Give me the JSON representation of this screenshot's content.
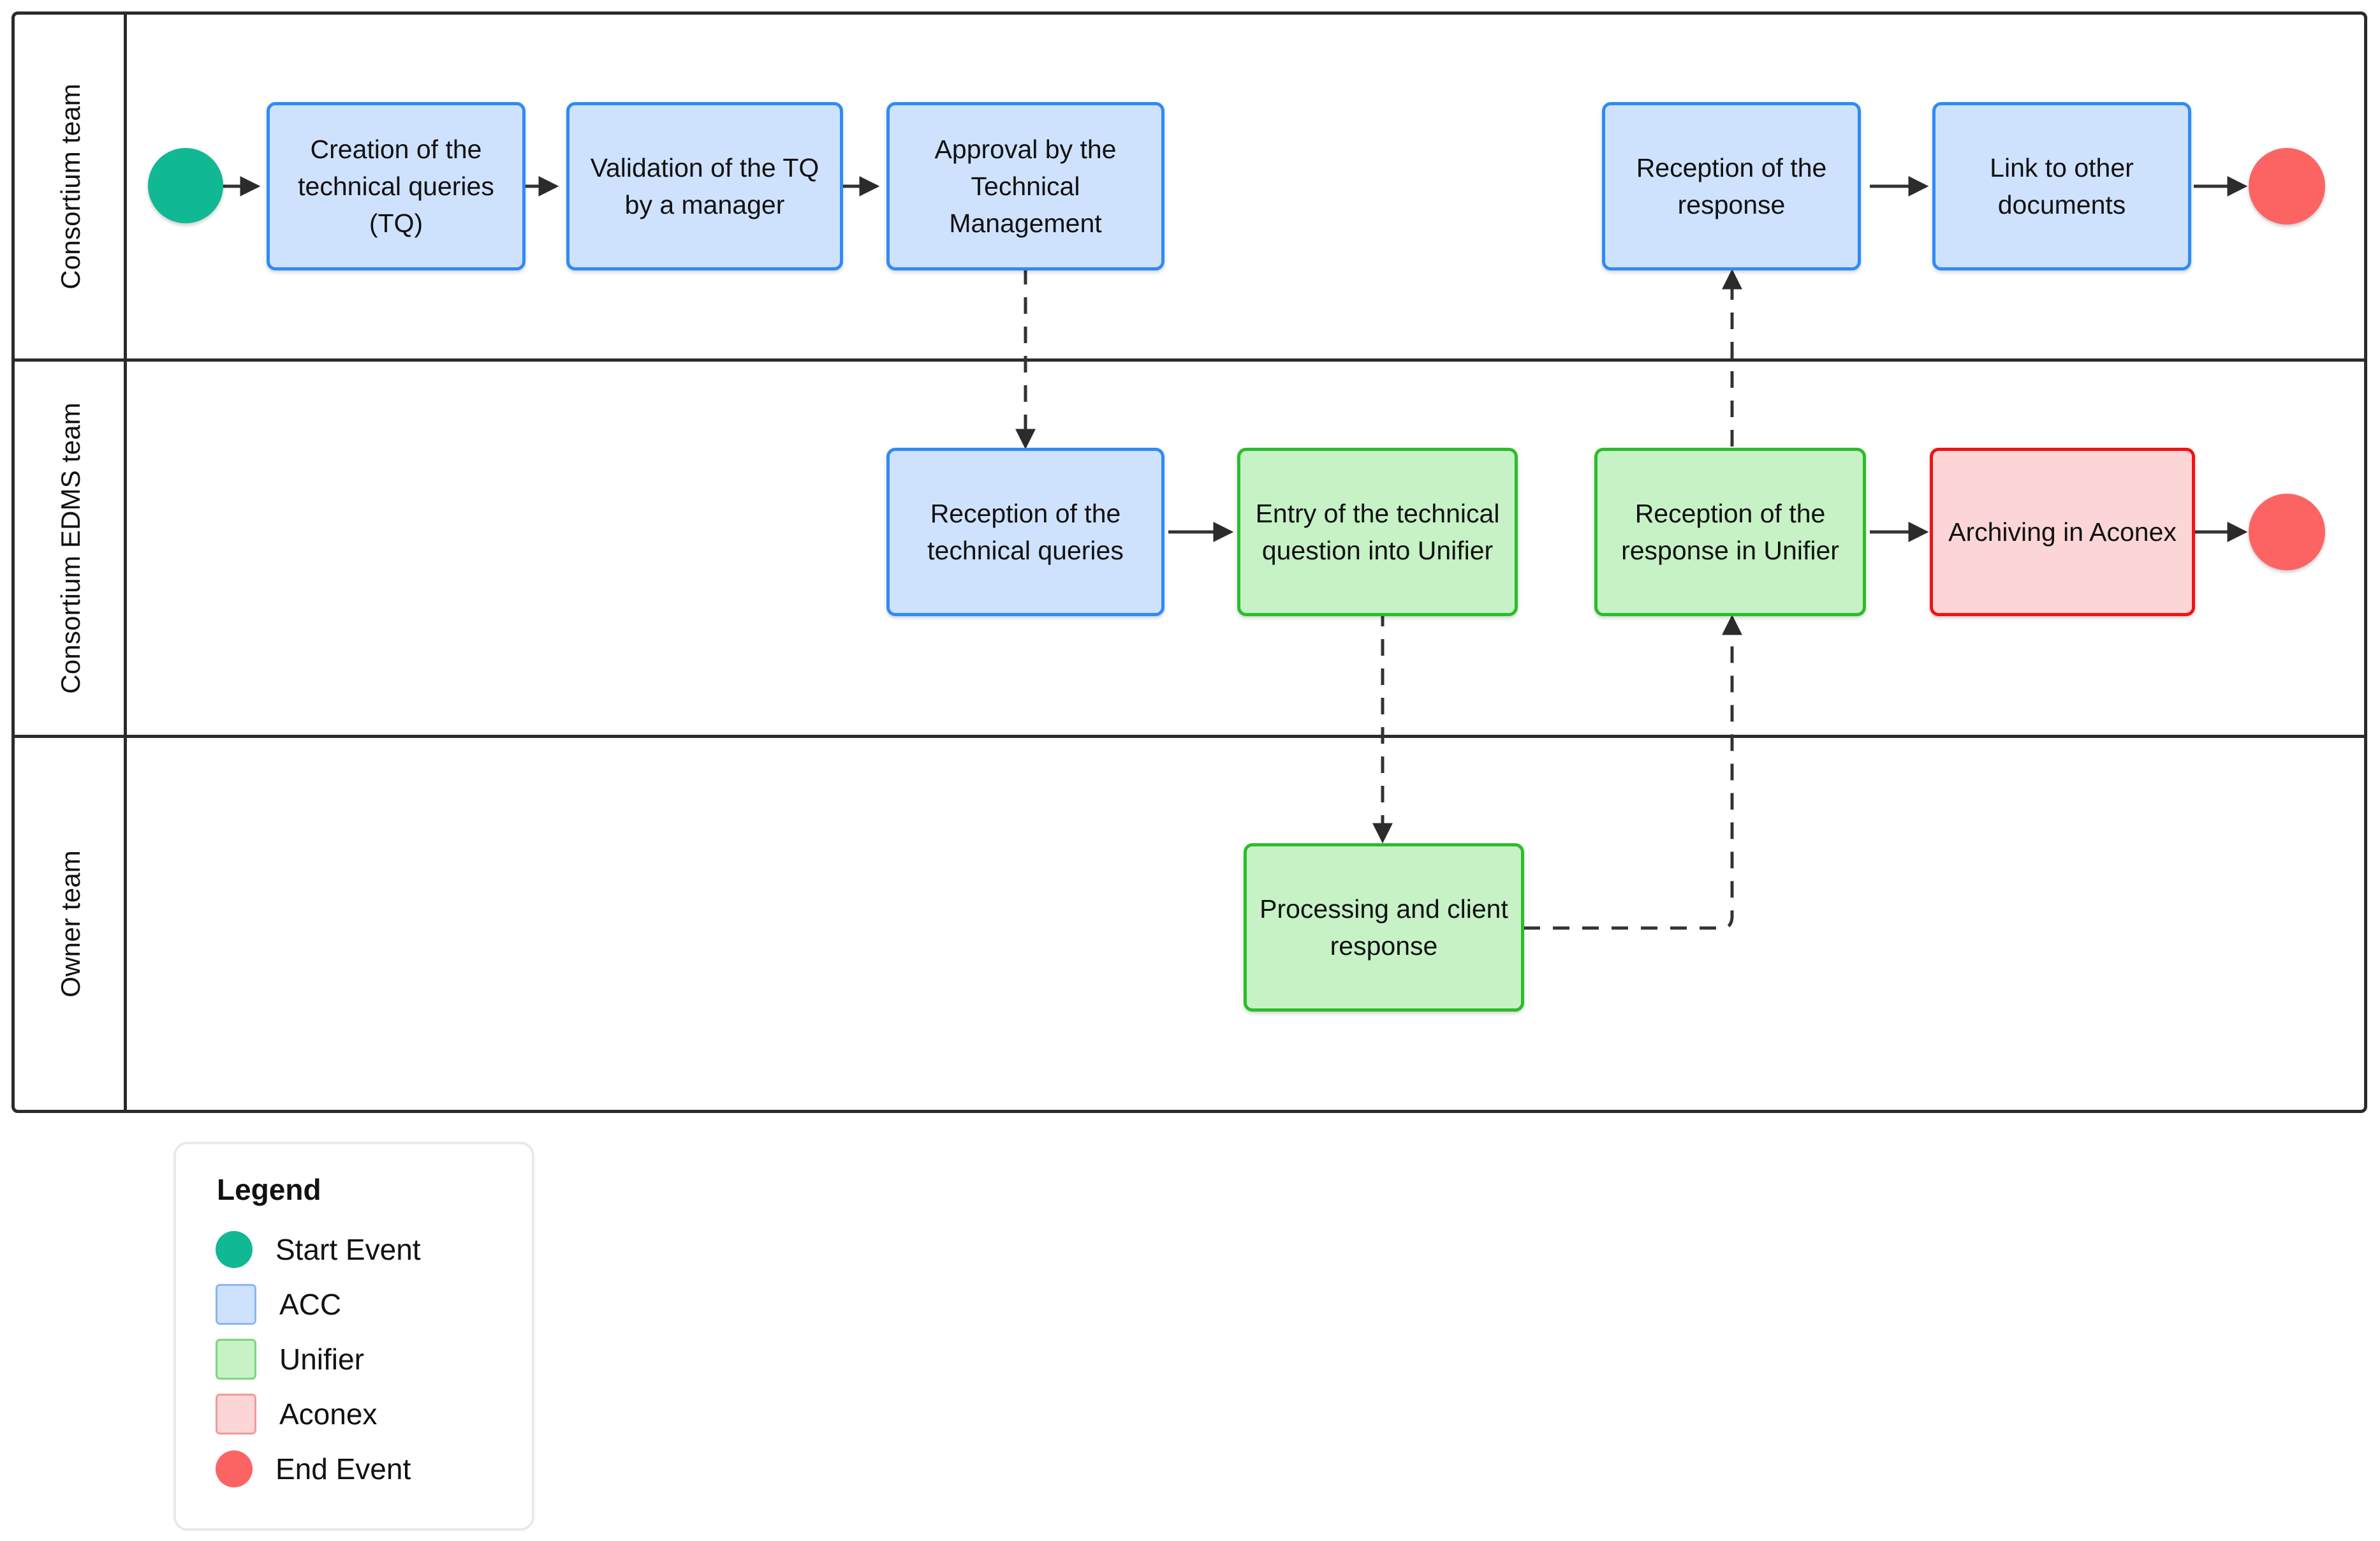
{
  "diagram": {
    "type": "bpmn-swimlane",
    "lanes": [
      {
        "id": "consortium-team",
        "label": "Consortium team"
      },
      {
        "id": "consortium-edms-team",
        "label": "Consortium EDMS team"
      },
      {
        "id": "owner-team",
        "label": "Owner team"
      }
    ],
    "nodes": [
      {
        "id": "start",
        "kind": "start-event",
        "lane": "consortium-team",
        "label": ""
      },
      {
        "id": "creation-tq",
        "kind": "task",
        "system": "ACC",
        "lane": "consortium-team",
        "label": "Creation of the technical queries (TQ)"
      },
      {
        "id": "validation-tq",
        "kind": "task",
        "system": "ACC",
        "lane": "consortium-team",
        "label": "Validation of the TQ by a manager"
      },
      {
        "id": "approval-tm",
        "kind": "task",
        "system": "ACC",
        "lane": "consortium-team",
        "label": "Approval by the Technical Management"
      },
      {
        "id": "reception-response",
        "kind": "task",
        "system": "ACC",
        "lane": "consortium-team",
        "label": "Reception of the response"
      },
      {
        "id": "link-other-docs",
        "kind": "task",
        "system": "ACC",
        "lane": "consortium-team",
        "label": "Link to other documents"
      },
      {
        "id": "end-1",
        "kind": "end-event",
        "lane": "consortium-team",
        "label": ""
      },
      {
        "id": "reception-tq",
        "kind": "task",
        "system": "ACC",
        "lane": "consortium-edms-team",
        "label": "Reception of the technical queries"
      },
      {
        "id": "entry-unifier",
        "kind": "task",
        "system": "Unifier",
        "lane": "consortium-edms-team",
        "label": "Entry of the technical question into Unifier"
      },
      {
        "id": "reception-response-unifier",
        "kind": "task",
        "system": "Unifier",
        "lane": "consortium-edms-team",
        "label": "Reception of the response in Unifier"
      },
      {
        "id": "archiving-aconex",
        "kind": "task",
        "system": "Aconex",
        "lane": "consortium-edms-team",
        "label": "Archiving in Aconex"
      },
      {
        "id": "end-2",
        "kind": "end-event",
        "lane": "consortium-edms-team",
        "label": ""
      },
      {
        "id": "processing-client-response",
        "kind": "task",
        "system": "Unifier",
        "lane": "owner-team",
        "label": "Processing and client response"
      }
    ],
    "edges": [
      {
        "from": "start",
        "to": "creation-tq",
        "style": "solid"
      },
      {
        "from": "creation-tq",
        "to": "validation-tq",
        "style": "solid"
      },
      {
        "from": "validation-tq",
        "to": "approval-tm",
        "style": "solid"
      },
      {
        "from": "approval-tm",
        "to": "reception-tq",
        "style": "dashed"
      },
      {
        "from": "reception-tq",
        "to": "entry-unifier",
        "style": "solid"
      },
      {
        "from": "entry-unifier",
        "to": "processing-client-response",
        "style": "dashed"
      },
      {
        "from": "processing-client-response",
        "to": "reception-response-unifier",
        "style": "dashed"
      },
      {
        "from": "reception-response-unifier",
        "to": "reception-response",
        "style": "dashed"
      },
      {
        "from": "reception-response-unifier",
        "to": "archiving-aconex",
        "style": "solid"
      },
      {
        "from": "archiving-aconex",
        "to": "end-2",
        "style": "solid"
      },
      {
        "from": "reception-response",
        "to": "link-other-docs",
        "style": "solid"
      },
      {
        "from": "link-other-docs",
        "to": "end-1",
        "style": "solid"
      }
    ]
  },
  "legend": {
    "title": "Legend",
    "items": [
      {
        "shape": "circle",
        "label": "Start Event",
        "color": "#10b894"
      },
      {
        "shape": "square",
        "label": "ACC",
        "color": "#cfe2fd",
        "border": "#8ab6f0"
      },
      {
        "shape": "square",
        "label": "Unifier",
        "color": "#c6f2c6",
        "border": "#7fd47f"
      },
      {
        "shape": "square",
        "label": "Aconex",
        "color": "#fcd6d6",
        "border": "#f29a9a"
      },
      {
        "shape": "circle",
        "label": "End Event",
        "color": "#fc6464"
      }
    ]
  },
  "colors": {
    "start_event": "#10b894",
    "end_event": "#fc6464",
    "acc_fill": "#cfe2fd",
    "acc_border": "#2f8bf7",
    "unifier_fill": "#c6f2c6",
    "unifier_border": "#2bbd2b",
    "aconex_fill": "#fcd6d6",
    "aconex_border": "#f31212",
    "lane_border": "#2b2b2b",
    "connector": "#333333"
  }
}
